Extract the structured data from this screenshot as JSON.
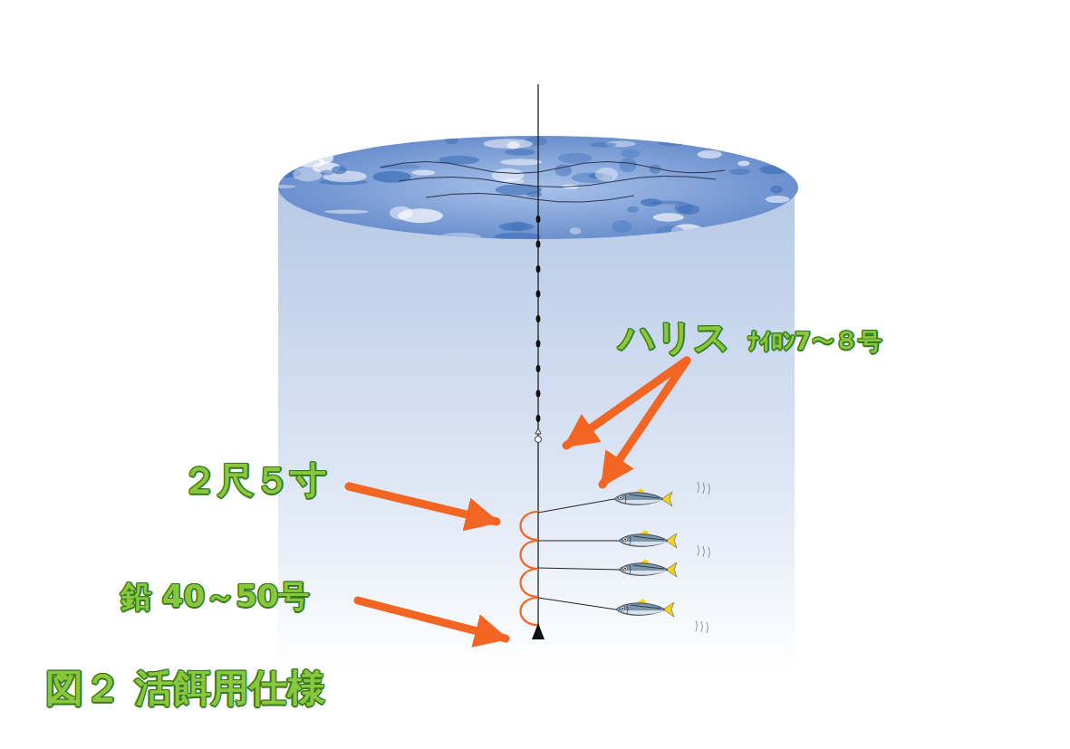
{
  "diagram": {
    "caption": "図２ 活餌用仕様",
    "labels": [
      "ハリス",
      "ﾅｲﾛﾝ7～８号",
      "２尺５寸",
      "鉛 40～50号"
    ]
  }
}
